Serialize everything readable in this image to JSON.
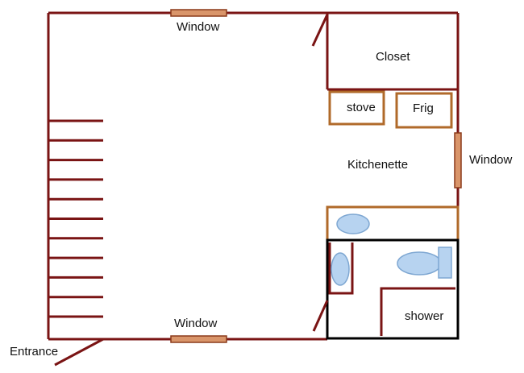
{
  "labels": {
    "window_top": "Window",
    "window_right": "Window",
    "window_bottom": "Window",
    "closet": "Closet",
    "stove": "stove",
    "frig": "Frig",
    "kitchenette": "Kitchenette",
    "shower": "shower",
    "entrance": "Entrance"
  },
  "colors": {
    "wall": "#7a1414",
    "fixture": "#b06a2a",
    "window_fill": "#d9956a",
    "bathroom_wall": "#000000",
    "porcelain": "#b7d3f0",
    "porcelain_stroke": "#7ea7d2"
  },
  "stair_tread_count": 11
}
